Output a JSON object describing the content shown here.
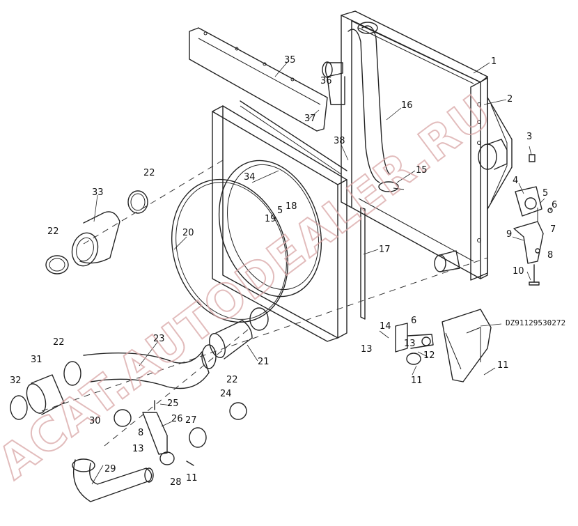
{
  "watermark": {
    "text": "ACAT.AUTODEALER.RU",
    "color": "#d9a6a6"
  },
  "part_code": "DZ91129530272",
  "labels": [
    {
      "id": "l1",
      "text": "1"
    },
    {
      "id": "l2",
      "text": "2"
    },
    {
      "id": "l3",
      "text": "3"
    },
    {
      "id": "l4",
      "text": "4"
    },
    {
      "id": "l5a",
      "text": "5"
    },
    {
      "id": "l6a",
      "text": "6"
    },
    {
      "id": "l7",
      "text": "7"
    },
    {
      "id": "l8a",
      "text": "8"
    },
    {
      "id": "l9",
      "text": "9"
    },
    {
      "id": "l10",
      "text": "10"
    },
    {
      "id": "l11a",
      "text": "11"
    },
    {
      "id": "l11b",
      "text": "11"
    },
    {
      "id": "l11c",
      "text": "11"
    },
    {
      "id": "l12",
      "text": "12"
    },
    {
      "id": "l13a",
      "text": "13"
    },
    {
      "id": "l13b",
      "text": "13"
    },
    {
      "id": "l13c",
      "text": "13"
    },
    {
      "id": "l14",
      "text": "14"
    },
    {
      "id": "l6b",
      "text": "6"
    },
    {
      "id": "l15",
      "text": "15"
    },
    {
      "id": "l16",
      "text": "16"
    },
    {
      "id": "l17",
      "text": "17"
    },
    {
      "id": "l18",
      "text": "18"
    },
    {
      "id": "l19",
      "text": "19"
    },
    {
      "id": "l5b",
      "text": "5"
    },
    {
      "id": "l20",
      "text": "20"
    },
    {
      "id": "l21",
      "text": "21"
    },
    {
      "id": "l22a",
      "text": "22"
    },
    {
      "id": "l22b",
      "text": "22"
    },
    {
      "id": "l22c",
      "text": "22"
    },
    {
      "id": "l22d",
      "text": "22"
    },
    {
      "id": "l23",
      "text": "23"
    },
    {
      "id": "l24",
      "text": "24"
    },
    {
      "id": "l25",
      "text": "25"
    },
    {
      "id": "l26",
      "text": "26"
    },
    {
      "id": "l27",
      "text": "27"
    },
    {
      "id": "l28",
      "text": "28"
    },
    {
      "id": "l29",
      "text": "29"
    },
    {
      "id": "l30",
      "text": "30"
    },
    {
      "id": "l31",
      "text": "31"
    },
    {
      "id": "l32",
      "text": "32"
    },
    {
      "id": "l33",
      "text": "33"
    },
    {
      "id": "l34",
      "text": "34"
    },
    {
      "id": "l35",
      "text": "35"
    },
    {
      "id": "l36",
      "text": "36"
    },
    {
      "id": "l37",
      "text": "37"
    },
    {
      "id": "l38",
      "text": "38"
    },
    {
      "id": "l8b",
      "text": "8"
    }
  ]
}
